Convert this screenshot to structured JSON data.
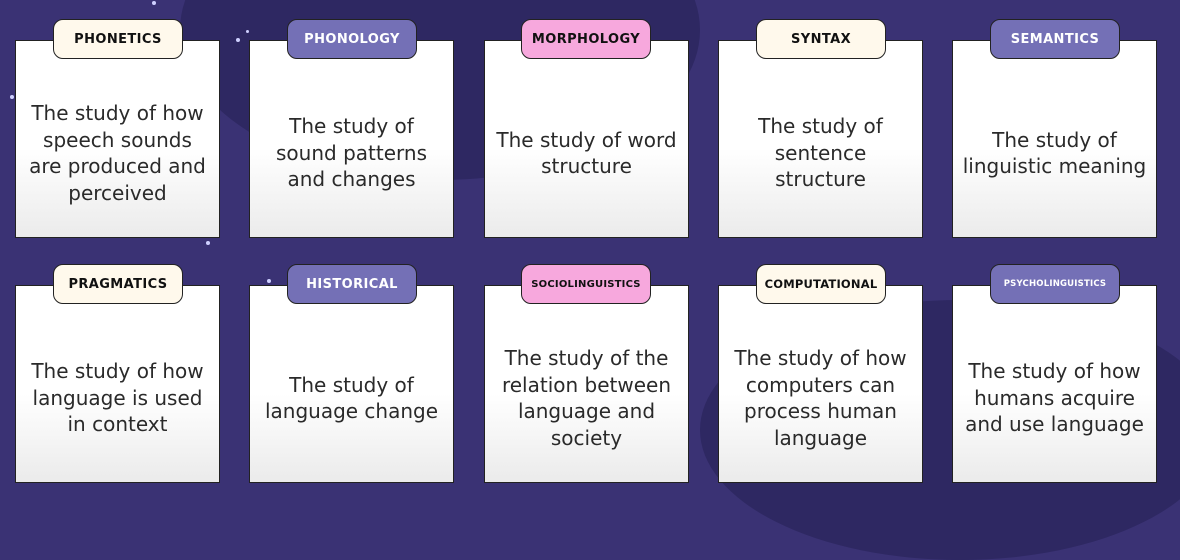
{
  "colors": {
    "background": "#3a3274",
    "tag_cream": "#fff9ec",
    "tag_lavender": "#7470b6",
    "tag_pink": "#f7a8dd"
  },
  "cards": [
    {
      "tag": "PHONETICS",
      "text": "The study of how speech sounds are produced and perceived"
    },
    {
      "tag": "PHONOLOGY",
      "text": "The study of sound patterns and changes"
    },
    {
      "tag": "MORPHOLOGY",
      "text": "The study of word structure"
    },
    {
      "tag": "SYNTAX",
      "text": "The study of sentence structure"
    },
    {
      "tag": "SEMANTICS",
      "text": "The study of linguistic meaning"
    },
    {
      "tag": "PRAGMATICS",
      "text": "The study of how language is used in context"
    },
    {
      "tag": "HISTORICAL",
      "text": "The study of language change"
    },
    {
      "tag": "SOCIOLINGUISTICS",
      "text": "The study of the relation between language and society"
    },
    {
      "tag": "COMPUTATIONAL",
      "text": "The study of how computers can process human language"
    },
    {
      "tag": "PSYCHOLINGUISTICS",
      "text": "The study of how humans acquire and use language"
    }
  ]
}
